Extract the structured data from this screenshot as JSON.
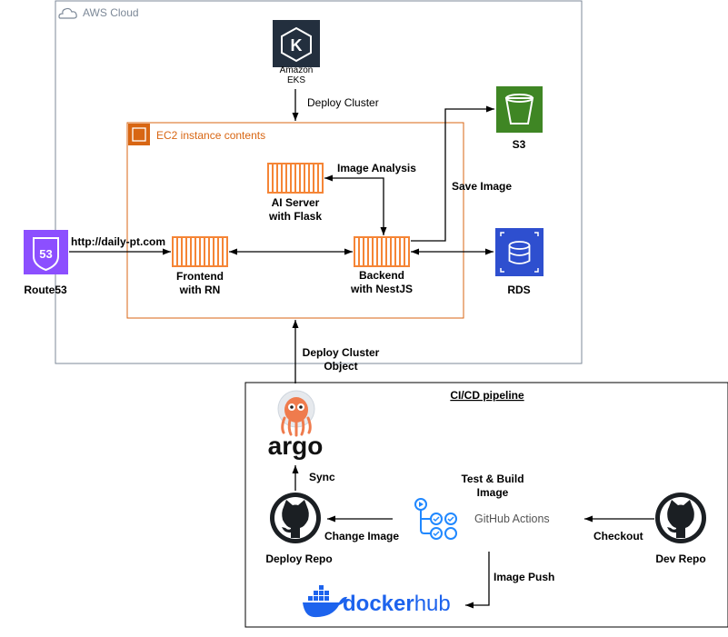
{
  "aws_cloud": {
    "label": "AWS Cloud"
  },
  "ec2": {
    "label": "EC2 instance contents"
  },
  "eks": {
    "label_line1": "Amazon",
    "label_line2": "EKS"
  },
  "s3": {
    "label": "S3"
  },
  "rds": {
    "label": "RDS"
  },
  "route53": {
    "label": "Route53",
    "badge": "53"
  },
  "ai_server": {
    "line1": "AI Server",
    "line2": "with Flask"
  },
  "frontend": {
    "line1": "Frontend",
    "line2": "with RN"
  },
  "backend": {
    "line1": "Backend",
    "line2": "with NestJS"
  },
  "edges": {
    "deploy_cluster": "Deploy Cluster",
    "image_analysis": "Image Analysis",
    "save_image": "Save Image",
    "url": "http://daily-pt.com",
    "deploy_cluster_object_line1": "Deploy Cluster",
    "deploy_cluster_object_line2": "Object",
    "sync": "Sync",
    "change_image": "Change Image",
    "checkout": "Checkout",
    "image_push": "Image Push",
    "test_build_line1": "Test & Build",
    "test_build_line2": "Image"
  },
  "cicd": {
    "title": "CI/CD pipeline",
    "argo_label": "argo",
    "github_actions_label": "GitHub Actions",
    "deploy_repo": "Deploy Repo",
    "dev_repo": "Dev Repo",
    "dockerhub_part1": "docker",
    "dockerhub_part2": "hub"
  },
  "colors": {
    "eks_bg": "#232f3e",
    "s3_green": "#3f8624",
    "rds_blue": "#2e4fcf",
    "route53_purple": "#8c4fff",
    "ec2_orange": "#d86613",
    "container_orange": "#f58536",
    "argo_orange": "#ef7b4d",
    "docker_blue": "#1d63ed"
  }
}
